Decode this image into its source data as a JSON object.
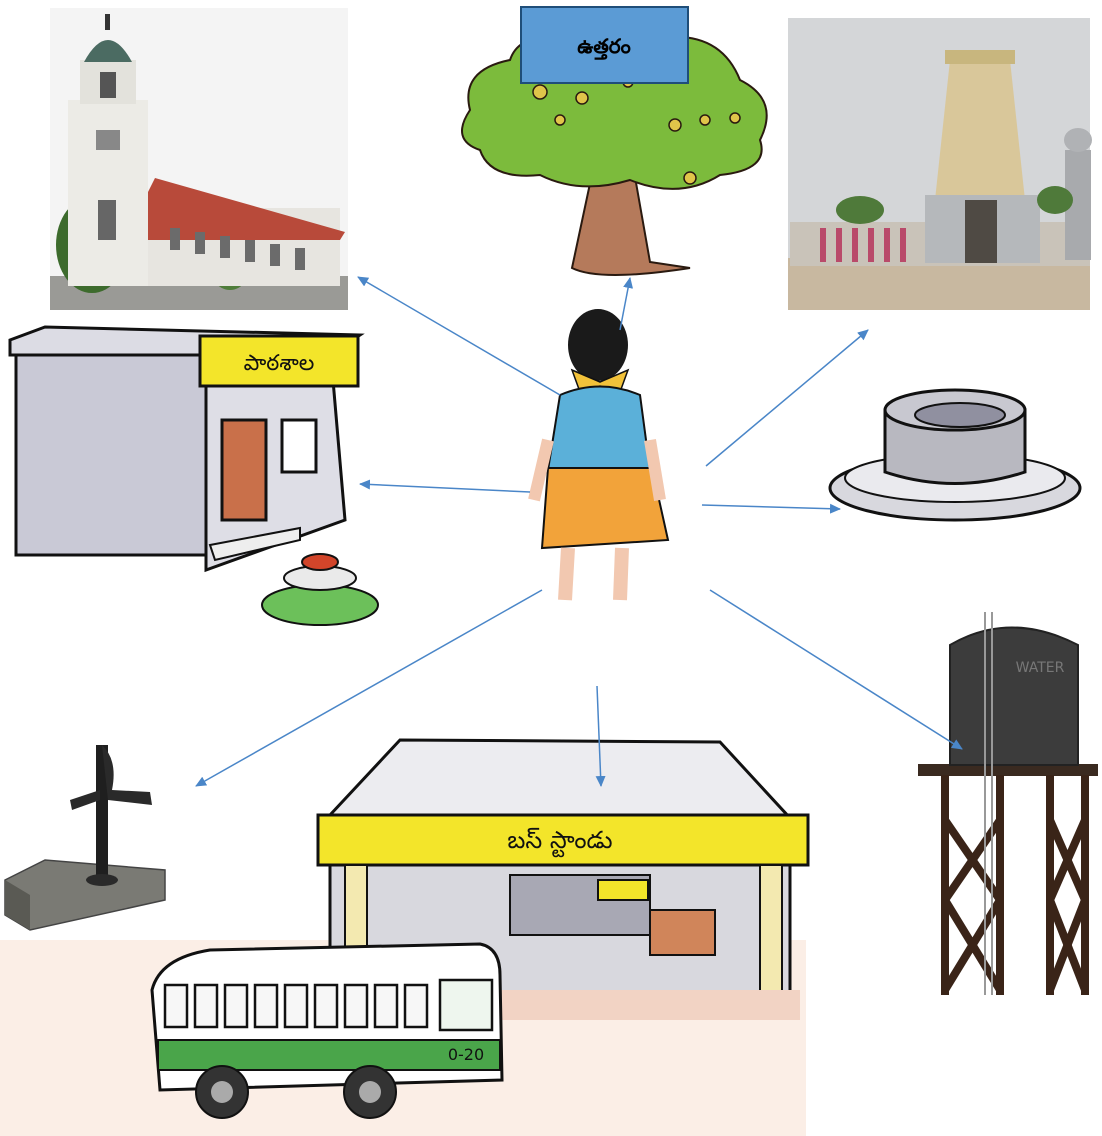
{
  "north_label": "ఉత్తరం",
  "school_sign": "పాఠశాల",
  "bus_stand_sign": "బస్ స్టాండు",
  "water_tank_text": "WATER",
  "bus_number": "0-20",
  "colors": {
    "arrow": "#4a86c8",
    "north_box_fill": "#5b9bd5",
    "north_box_border": "#1f4e79",
    "sign_yellow": "#f3e52a",
    "bus_green": "#4aa54a"
  },
  "places": [
    "tree",
    "temple",
    "well",
    "water-tank",
    "bus-stand",
    "hand-pump",
    "school",
    "church"
  ]
}
